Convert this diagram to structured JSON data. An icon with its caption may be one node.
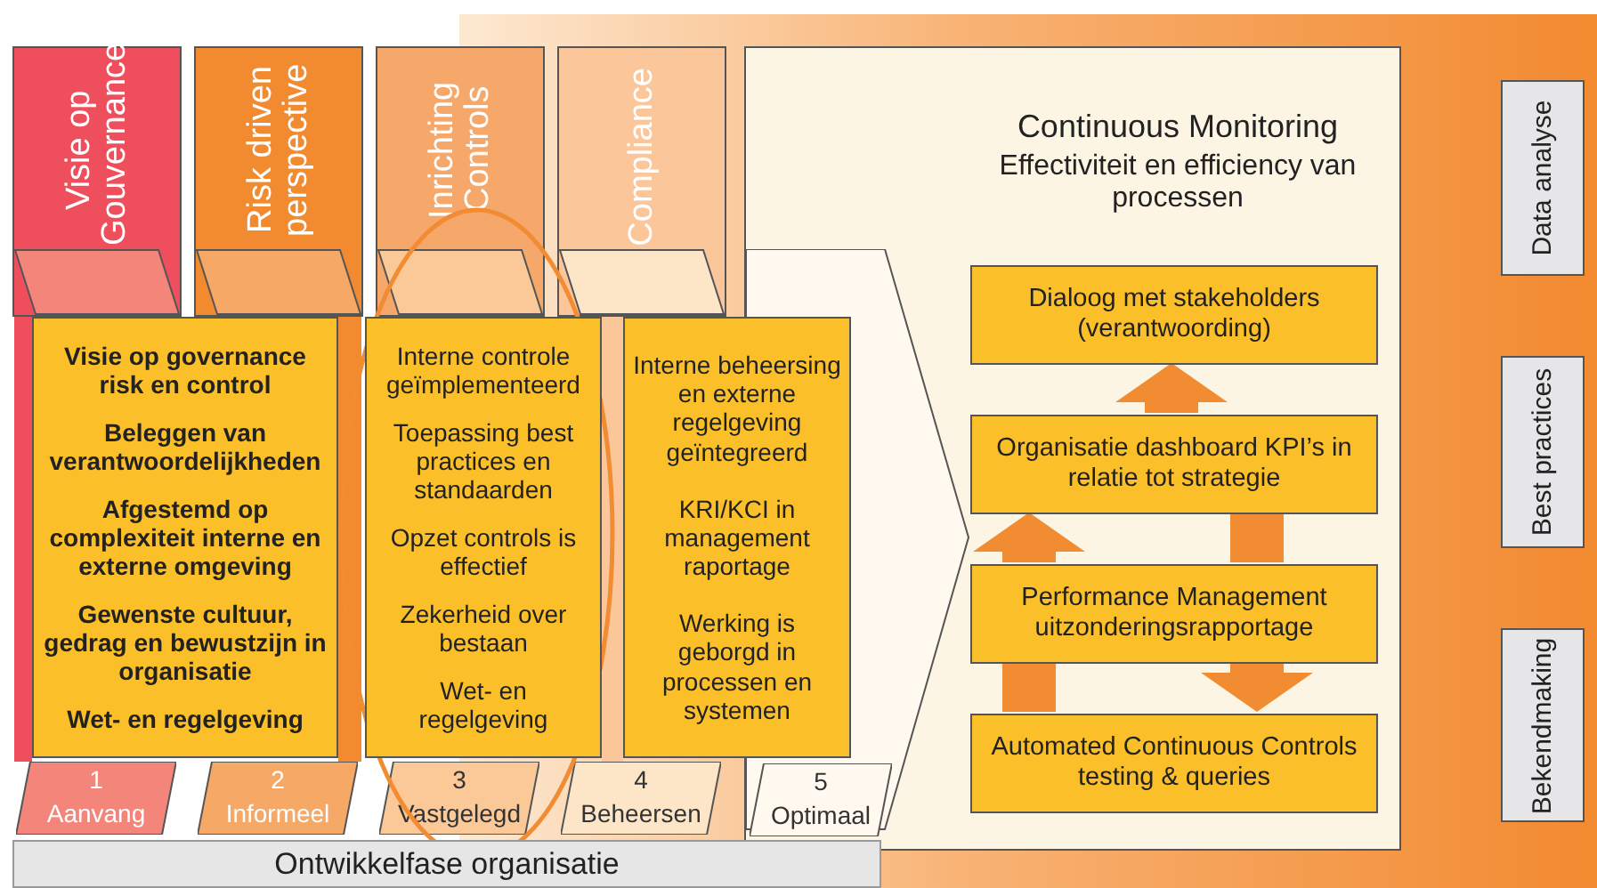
{
  "diagram": {
    "nodes": [
      {
        "text": [
          "Visie op Gouvernance"
        ]
      },
      {
        "text": [
          "Risk driven perspective"
        ]
      },
      {
        "text": [
          "Inrichting Controls"
        ]
      },
      {
        "text": [
          "Compliance"
        ]
      },
      {
        "text": [
          "Continuous Monitoring",
          "Effectiviteit en efficiency van processen"
        ]
      },
      {
        "text": [
          "Visie op governance risk en control",
          "Beleggen van verantwoordelijkheden",
          "Afgestemd op complexiteit interne en externe omgeving",
          "Gewenste cultuur, gedrag en bewustzijn in organisatie",
          "Wet- en regelgeving"
        ]
      },
      {
        "text": [
          "Interne controle geïmplementeerd",
          "Toepassing best practices en standaarden",
          "Opzet controls is effectief",
          "Zekerheid over bestaan",
          "Wet- en regelgeving"
        ]
      },
      {
        "text": [
          "Interne beheersing en externe regelgeving geïntegreerd",
          "KRI/KCI in management raportage",
          "Werking is geborgd in processen en systemen"
        ]
      },
      {
        "text": [
          "Dialoog met stakeholders (verantwoording)"
        ],
        "in": 4
      },
      {
        "text": [
          "Organisatie dashboard KPI’s in relatie tot strategie"
        ],
        "in": 4
      },
      {
        "text": [
          "Performance Management uitzonderingsrapportage"
        ],
        "in": 4
      },
      {
        "text": [
          "Automated Continuous Controls testing & queries"
        ],
        "in": 4
      },
      {
        "text": [
          "1",
          "Aanvang"
        ]
      },
      {
        "text": [
          "2",
          "Informeel"
        ]
      },
      {
        "text": [
          "3",
          "Vastgelegd"
        ]
      },
      {
        "text": [
          "4",
          "Beheersen"
        ]
      },
      {
        "text": [
          "5",
          "Optimaal"
        ],
        "in": 4
      },
      {
        "text": [
          "Data analyse"
        ]
      },
      {
        "text": [
          "Best practices"
        ]
      },
      {
        "text": [
          "Bekendmaking"
        ]
      },
      {
        "text": [
          "Ontwikkelfase organisatie"
        ]
      },
      {
        "text": [],
        "shape": "parallelogram",
        "in": 0
      },
      {
        "text": [],
        "shape": "parallelogram",
        "in": 1
      },
      {
        "text": [],
        "shape": "parallelogram",
        "in": 2
      },
      {
        "text": [],
        "shape": "parallelogram",
        "in": 3
      }
    ],
    "edges": [
      {
        "from": 9,
        "to": 8,
        "arrow": "to"
      },
      {
        "from": 10,
        "to": 9,
        "arrow": "to"
      },
      {
        "from": 11,
        "to": 10,
        "arrow": "none"
      },
      {
        "from": 9,
        "to": 10,
        "arrow": "none"
      },
      {
        "from": 10,
        "to": 11,
        "arrow": "to"
      }
    ]
  }
}
